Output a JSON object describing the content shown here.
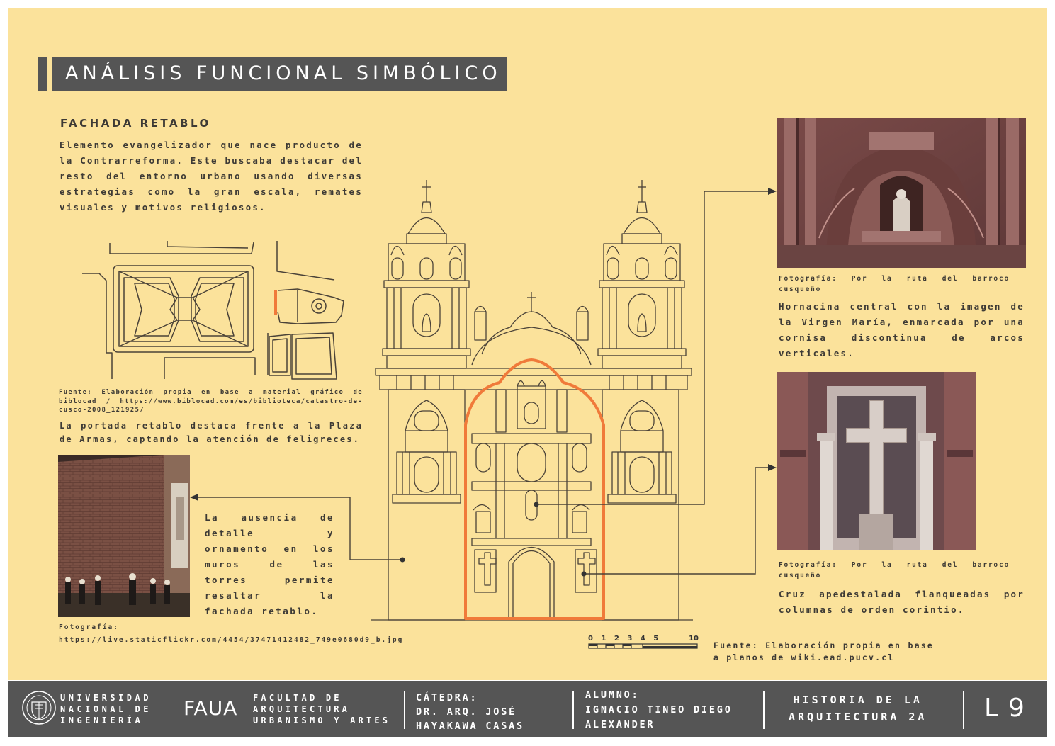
{
  "header": {
    "title": "ANÁLISIS FUNCIONAL SIMBÓLICO"
  },
  "left": {
    "heading": "FACHADA RETABLO",
    "intro": "Elemento evangelizador que nace producto de la Contrarreforma. Este buscaba destacar del resto del entorno urbano usando diversas estrategias como la gran escala, remates visuales y motivos religiosos.",
    "map_source": "Fuente: Elaboración propia en base a material gráfico de biblocad / https://www.biblocad.com/es/biblioteca/catastro-de-cusco-2008_121925/",
    "map_caption": "La portada retablo destaca frente a la Plaza de Armas, captando la atención de feligreces.",
    "photo_source": "Fotografía: https://live.staticflickr.com/4454/37471412482_749e0680d9_b.jpg",
    "walls_text": "La ausencia de detalle y ornamento en los muros de las torres permite resaltar la fachada retablo."
  },
  "right": {
    "photo1_source": "Fotografía: Por la ruta del barroco cusqueño",
    "photo1_text": "Hornacina central con la imagen de la Virgen María, enmarcada por una cornisa discontinua de arcos verticales.",
    "photo2_source": "Fotografía: Por la ruta del barroco cusqueño",
    "photo2_text": "Cruz apedestalada flanqueadas por columnas de orden corintio."
  },
  "scale": {
    "ticks": "0 1 2 3 4 5",
    "end": "10"
  },
  "elevation_source": "Fuente: Elaboración propia en base a planos de wiki.ead.pucv.cl",
  "footer": {
    "university": [
      "UNIVERSIDAD",
      "NACIONAL DE",
      "INGENIERÍA"
    ],
    "faua_logo": "FAUA",
    "faculty": [
      "FACULTAD DE",
      "ARQUITECTURA",
      "URBANISMO Y ARTES"
    ],
    "catedra_label": "CÁTEDRA:",
    "catedra": [
      "DR. ARQ. JOSÉ",
      "HAYAKAWA CASAS"
    ],
    "alumno_label": "ALUMNO:",
    "alumno": [
      "IGNACIO TINEO DIEGO",
      "ALEXANDER"
    ],
    "course": [
      "HISTORIA DE LA",
      "ARQUITECTURA 2A"
    ],
    "sheet_code": "L9"
  },
  "colors": {
    "background": "#fbe29b",
    "bar": "#555555",
    "highlight": "#f07a3a",
    "line": "#4a4238"
  }
}
